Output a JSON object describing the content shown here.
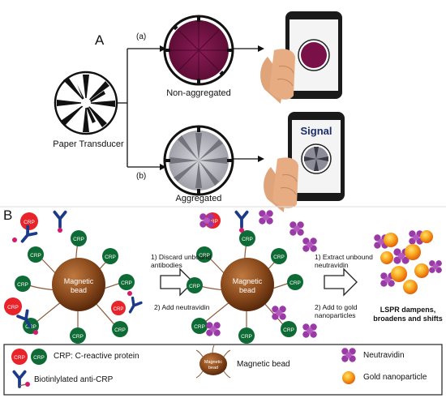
{
  "panel_a": {
    "letter": "A",
    "path_a_label": "(a)",
    "path_b_label": "(b)",
    "transducer_caption": "Paper Transducer",
    "non_aggregated_caption": "Non-aggregated",
    "aggregated_caption": "Aggregated",
    "phone_signal_text": "Signal"
  },
  "panel_b": {
    "letter": "B",
    "crp_label": "CRP",
    "bead_label": [
      "Magnetic",
      "bead"
    ],
    "step1_text": "1) Discard unbound antibodies",
    "step2_text": "2) Add neutravidin",
    "step3_text": "1) Extract unbound neutravidin",
    "step4_text": "2) Add to gold nanoparticles",
    "result_text": "LSPR dampens, broadens and shifts"
  },
  "legend": {
    "crp_text": "CRP: C-reactive protein",
    "antibody_text": "Biotinlylated anti-CRP",
    "bead_text": "Magnetic bead",
    "bead_icon_label": [
      "Magnetic",
      "bead"
    ],
    "neutravidin_text": "Neutravidin",
    "gold_text": "Gold nanoparticle"
  },
  "colors": {
    "crp_red": "#e8242a",
    "crp_green": "#0f6b35",
    "antibody_blue": "#1c3a8a",
    "biotin_pink": "#d9176b",
    "bead_brown": "#8a4a1c",
    "neutravidin_purple": "#9a3aa6",
    "gold_orange": "#f29a1a",
    "maroon_disc": "#6d1040",
    "gray_disc": "#a8a8b0"
  }
}
